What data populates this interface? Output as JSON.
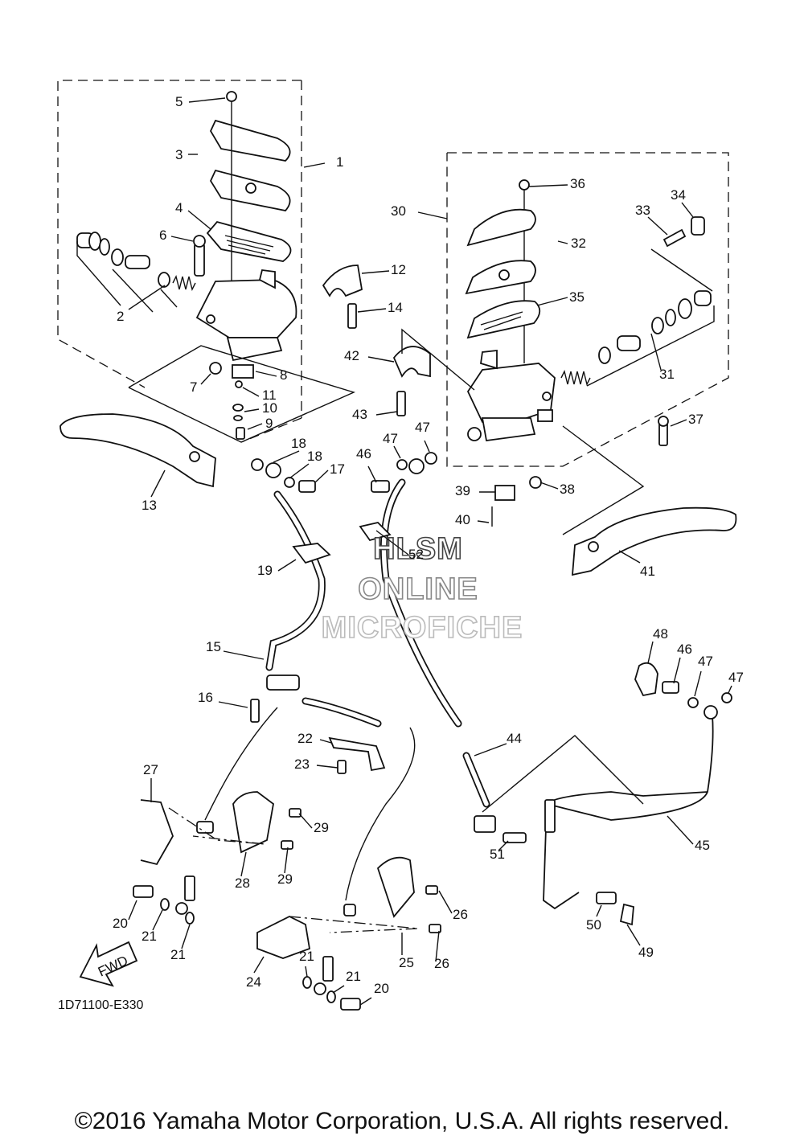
{
  "diagram": {
    "part_numbers": [
      "1",
      "2",
      "3",
      "4",
      "5",
      "6",
      "7",
      "8",
      "9",
      "10",
      "11",
      "12",
      "13",
      "14",
      "15",
      "16",
      "17",
      "18",
      "19",
      "20",
      "21",
      "22",
      "23",
      "24",
      "25",
      "26",
      "27",
      "28",
      "29",
      "30",
      "31",
      "32",
      "33",
      "34",
      "35",
      "36",
      "37",
      "38",
      "39",
      "40",
      "41",
      "42",
      "43",
      "44",
      "45",
      "46",
      "47",
      "48",
      "49",
      "50",
      "51",
      "52"
    ],
    "fwd_label": "FWD",
    "reference_code": "1D71100-E330"
  },
  "watermark": {
    "line1": "HLSM",
    "line2": "ONLINE",
    "line3": "MICROFICHE",
    "colors": {
      "line1": "#444444",
      "line2": "#888888",
      "line3": "#bbbbbb"
    }
  },
  "footer": {
    "copyright": "©2016 Yamaha Motor Corporation, U.S.A. All rights reserved."
  }
}
